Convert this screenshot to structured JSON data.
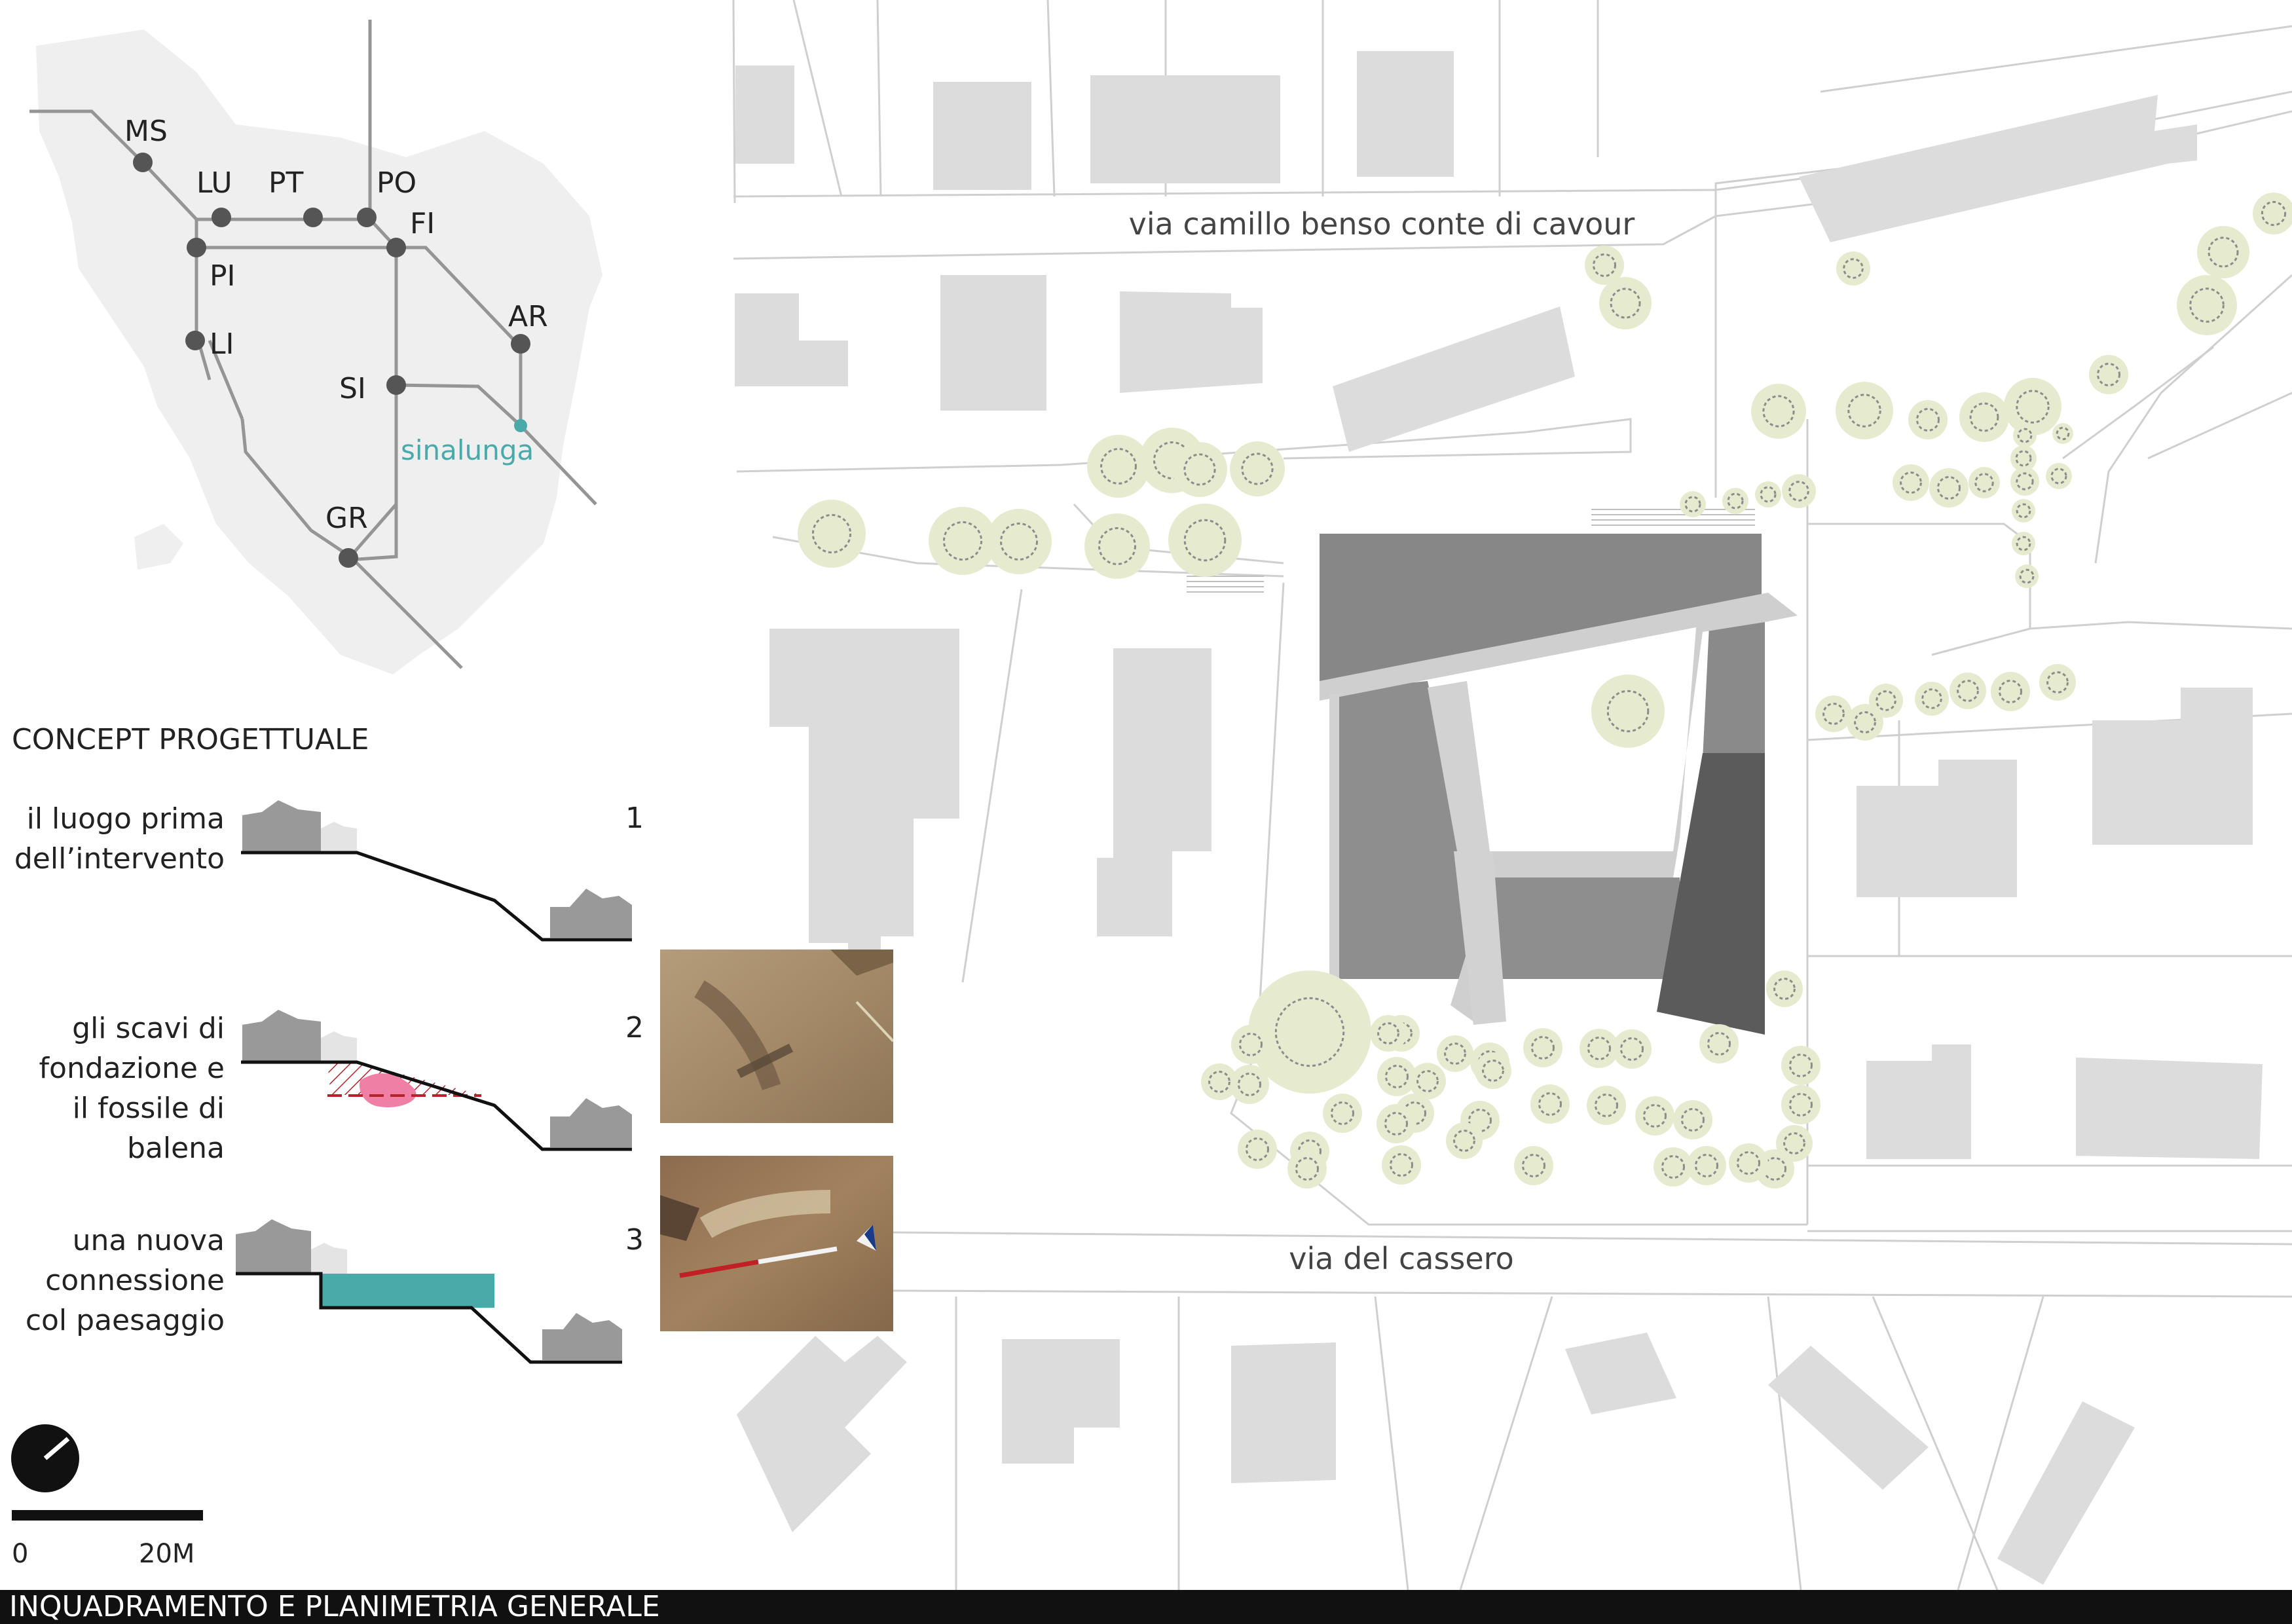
{
  "regional_map": {
    "cities": [
      "MS",
      "LU",
      "PT",
      "PO",
      "FI",
      "PI",
      "LI",
      "AR",
      "SI",
      "GR"
    ],
    "highlight": "sinalunga"
  },
  "streets": {
    "north": "via camillo benso conte di cavour",
    "south": "via del cassero"
  },
  "concept": {
    "title": "CONCEPT PROGETTUALE",
    "steps": [
      {
        "number": "1",
        "lines": [
          "il luogo prima",
          "dell’intervento"
        ]
      },
      {
        "number": "2",
        "lines": [
          "gli scavi di",
          "fondazione e",
          "il fossile di",
          "balena"
        ]
      },
      {
        "number": "3",
        "lines": [
          "una nuova",
          "connessione",
          "col paesaggio"
        ]
      }
    ]
  },
  "scale": {
    "start": "0",
    "end": "20M"
  },
  "footer": {
    "title": "INQUADRAMENTO E PLANIMETRIA GENERALE"
  },
  "colors": {
    "accent_teal": "#4aa9a9",
    "fossil_pink": "#ef7fa4",
    "excavation_red": "#b2232a",
    "building_grey": "#dcdcdc",
    "project_dark": "#5b5b5b",
    "tree_green": "#e6ebcf"
  }
}
